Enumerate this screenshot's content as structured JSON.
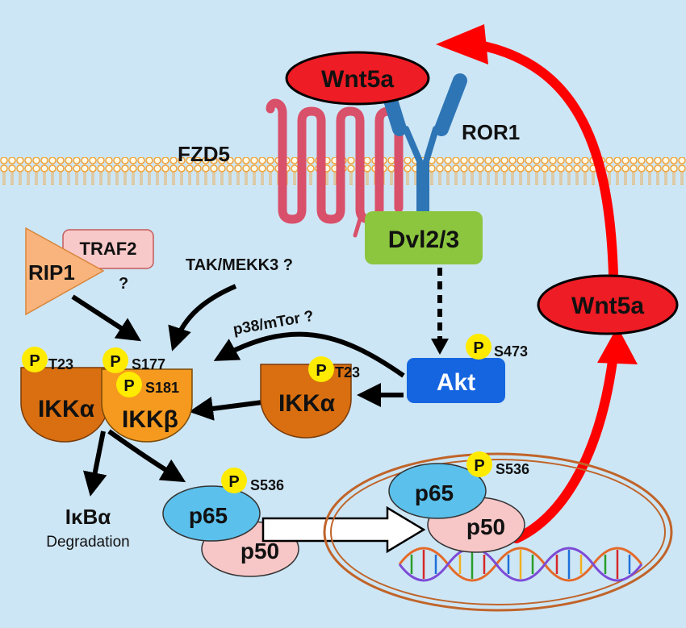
{
  "labels": {
    "wnt5a_top": "Wnt5a",
    "wnt5a_right": "Wnt5a",
    "ror1": "ROR1",
    "fzd5": "FZD5",
    "dvl": "Dvl2/3",
    "traf2": "TRAF2",
    "rip1": "RIP1",
    "question_rip": "?",
    "tak": "TAK/MEKK3 ?",
    "p38": "p38/mTor ?",
    "akt": "Akt",
    "ikka_left": "IKKα",
    "ikkb": "IKKβ",
    "ikka_mid": "IKKα",
    "ikba": "IκBα",
    "degradation": "Degradation",
    "p65_left": "p65",
    "p50_left": "p50",
    "p65_nuc": "p65",
    "p50_nuc": "p50",
    "p": "P",
    "t23_left": "T23",
    "s177": "S177",
    "s181": "S181",
    "t23_mid": "T23",
    "s473": "S473",
    "s536_left": "S536",
    "s536_nuc": "S536"
  },
  "colors": {
    "background": "#cde6f5",
    "wnt5a": "#ee1c24",
    "receptor": "#2e75b6",
    "fzd5": "#d9506a",
    "dvl": "#8cc63f",
    "akt": "#1565e0",
    "ikka": "#d96f10",
    "ikkb": "#f59a1f",
    "p65": "#5bc0eb",
    "p50": "#f7c6c7",
    "phospho": "#ffeb00",
    "traf2": "#f8c9c9",
    "rip1": "#f8b47c",
    "nucleus": "#c0642a",
    "red_arrow": "#ff0000"
  }
}
